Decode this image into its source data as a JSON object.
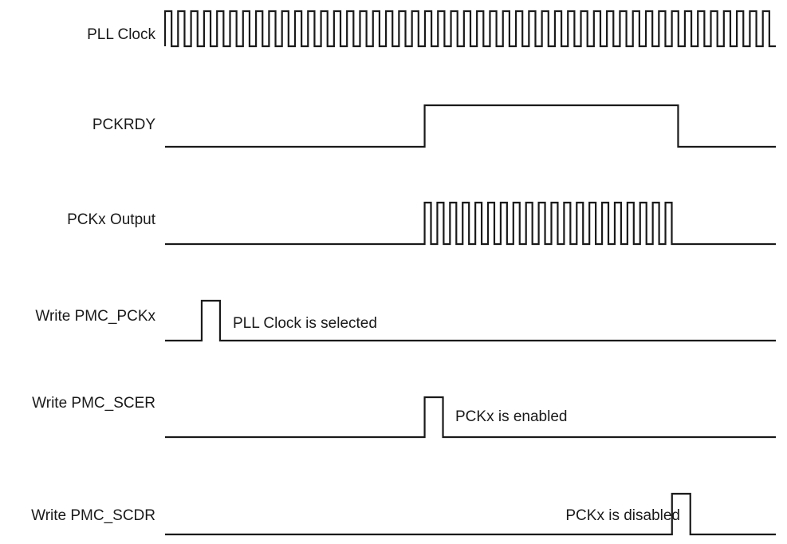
{
  "diagram": {
    "signals": [
      {
        "id": "pll-clock",
        "label": "PLL Clock",
        "kind": "clock",
        "start": 0.0,
        "end": 1.0,
        "cycles": 47
      },
      {
        "id": "pckrdy",
        "label": "PCKRDY",
        "kind": "level",
        "high": [
          [
            0.425,
            0.84
          ]
        ]
      },
      {
        "id": "pckx-output",
        "label": "PCKx Output",
        "kind": "clock",
        "start": 0.425,
        "end": 0.84,
        "cycles": 20
      },
      {
        "id": "write-pmc-pckx",
        "label": "Write PMC_PCKx",
        "kind": "pulse",
        "high": [
          [
            0.06,
            0.09
          ]
        ],
        "annotation": "PLL Clock is selected"
      },
      {
        "id": "write-pmc-scer",
        "label": "Write PMC_SCER",
        "kind": "pulse",
        "high": [
          [
            0.425,
            0.455
          ]
        ],
        "annotation": "PCKx is enabled"
      },
      {
        "id": "write-pmc-scdr",
        "label": "Write PMC_SCDR",
        "kind": "pulse",
        "high": [
          [
            0.83,
            0.86
          ]
        ],
        "annotation": "PCKx is disabled"
      }
    ],
    "stroke_color": "#1a1a1a"
  }
}
